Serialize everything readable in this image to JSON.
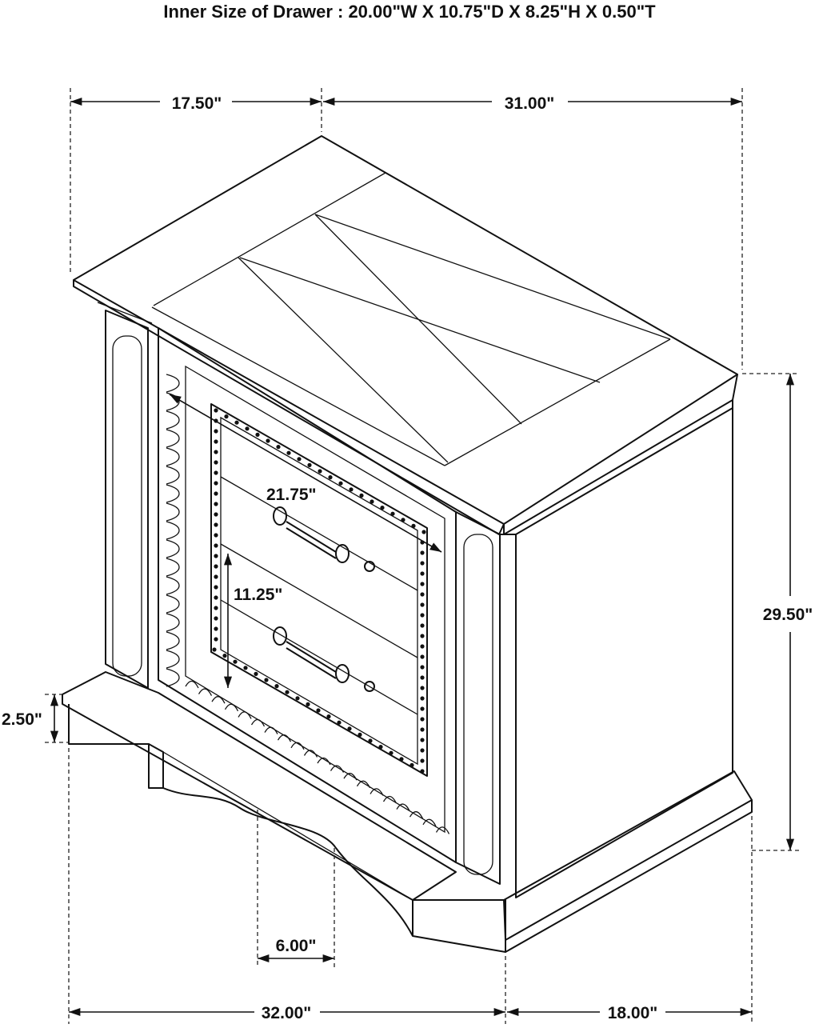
{
  "title": "Inner Size of Drawer : 20.00\"W X 10.75\"D X 8.25\"H X 0.50\"T",
  "dimensions": {
    "top_left": "17.50\"",
    "top_right": "31.00\"",
    "height": "29.50\"",
    "base_height": "2.50\"",
    "drawer_width": "21.75\"",
    "drawer_height": "11.25\"",
    "foot_gap": "6.00\"",
    "front_width": "32.00\"",
    "side_depth": "18.00\""
  }
}
